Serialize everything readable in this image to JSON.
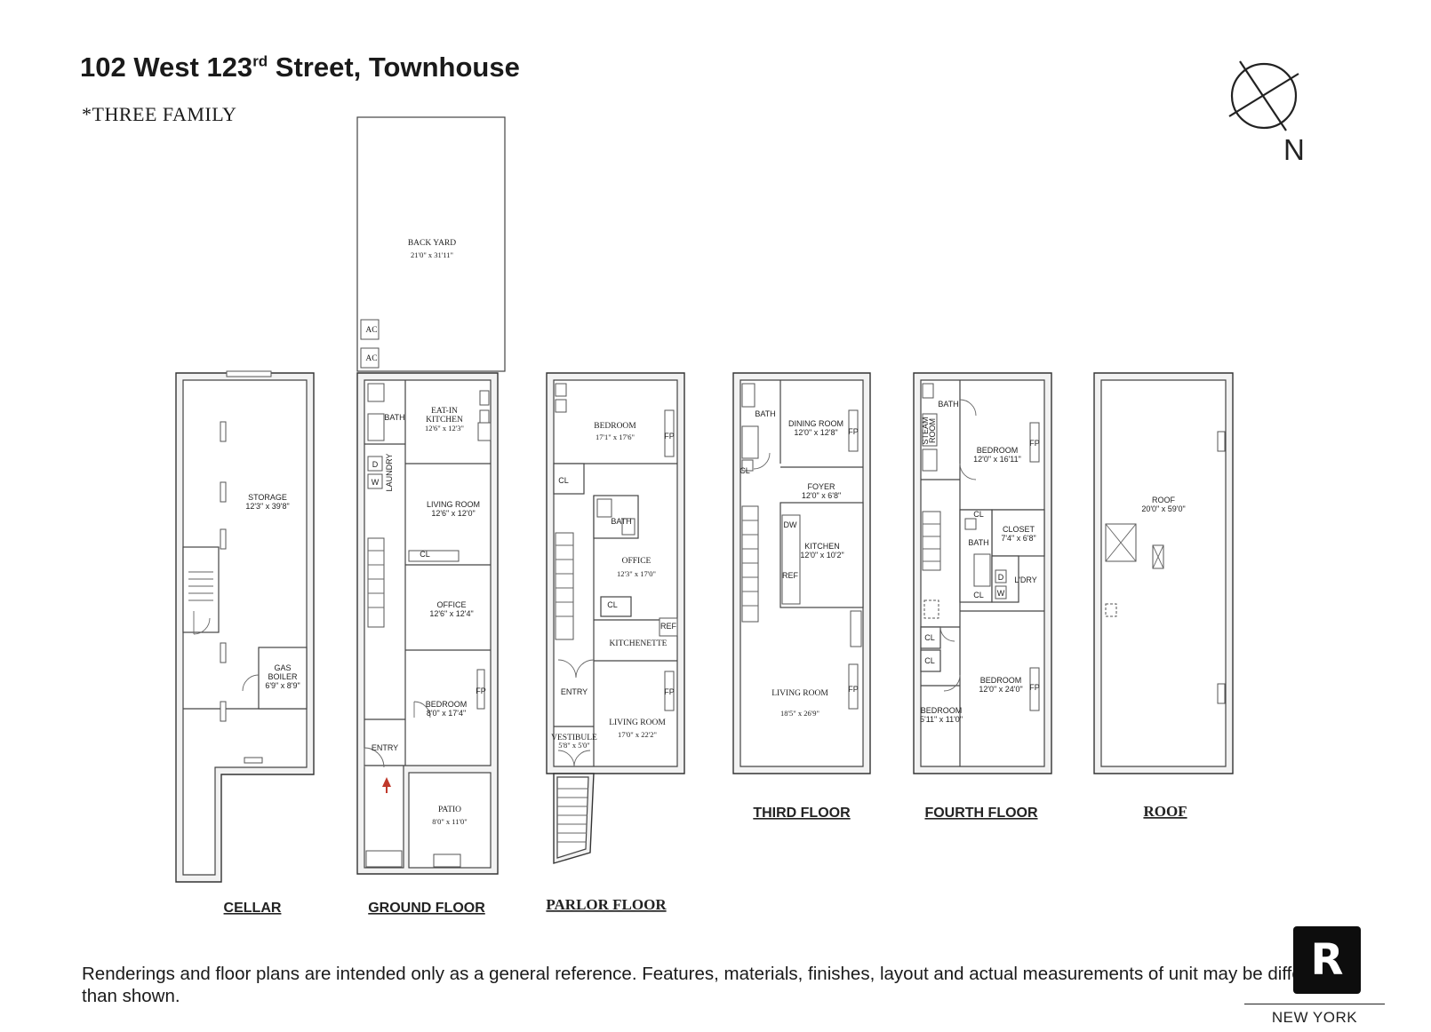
{
  "header": {
    "title_prefix": "102 West 123",
    "title_sup": "rd",
    "title_suffix": " Street, Townhouse",
    "subtitle": "*THREE FAMILY"
  },
  "compass": {
    "label": "N"
  },
  "floors": {
    "cellar": {
      "name": "CELLAR",
      "rooms": {
        "storage": {
          "label": "STORAGE",
          "dims": "12'3\" x 39'8\""
        },
        "boiler_l1": "GAS",
        "boiler_l2": "BOILER",
        "boiler_dims": "6'9\" x 8'9\""
      }
    },
    "ground": {
      "name": "GROUND FLOOR",
      "rooms": {
        "backyard": {
          "label": "BACK YARD",
          "dims": "21'0\" x 31'11\""
        },
        "ac1": "AC",
        "ac2": "AC",
        "bath": "BATH",
        "kitchen_l1": "EAT-IN",
        "kitchen_l2": "KITCHEN",
        "kitchen_dims": "12'6\" x 12'3\"",
        "laundry": "LAUNDRY",
        "d": "D",
        "w": "W",
        "living": {
          "label": "LIVING ROOM",
          "dims": "12'6\" x 12'0\""
        },
        "cl": "CL",
        "office": {
          "label": "OFFICE",
          "dims": "12'6\" x 12'4\""
        },
        "bedroom": {
          "label": "BEDROOM",
          "dims": "8'0\" x 17'4\""
        },
        "fp": "FP",
        "entry": "ENTRY",
        "patio": {
          "label": "PATIO",
          "dims": "8'0\" x 11'0\""
        }
      }
    },
    "parlor": {
      "name": "PARLOR FLOOR",
      "rooms": {
        "bedroom": {
          "label": "BEDROOM",
          "dims": "17'1\" x 17'6\""
        },
        "fp1": "FP",
        "cl1": "CL",
        "bath": "BATH",
        "office": {
          "label": "OFFICE",
          "dims": "12'3\" x 17'0\""
        },
        "cl2": "CL",
        "kitchenette": "KITCHENETTE",
        "ref": "REF",
        "fp2": "FP",
        "entry": "ENTRY",
        "living": {
          "label": "LIVING ROOM",
          "dims": "17'0\" x 22'2\""
        },
        "vestibule": {
          "label": "VESTIBULE",
          "dims": "5'8\" x 5'0\""
        }
      }
    },
    "third": {
      "name": "THIRD FLOOR",
      "rooms": {
        "bath": "BATH",
        "cl": "CL",
        "dining": {
          "label": "DINING ROOM",
          "dims": "12'0\" x 12'8\""
        },
        "fp1": "FP",
        "foyer": {
          "label": "FOYER",
          "dims": "12'0\" x 6'8\""
        },
        "dw": "DW",
        "kitchen": {
          "label": "KITCHEN",
          "dims": "12'0\" x 10'2\""
        },
        "ref": "REF",
        "living": {
          "label": "LIVING ROOM",
          "dims": "18'5\" x 26'9\""
        },
        "fp2": "FP"
      }
    },
    "fourth": {
      "name": "FOURTH FLOOR",
      "rooms": {
        "bath1": "BATH",
        "steam_l1": "STEAM",
        "steam_l2": "ROOM",
        "bedroom1": {
          "label": "BEDROOM",
          "dims": "12'0\" x 16'11\""
        },
        "fp1": "FP",
        "cl1": "CL",
        "bath2": "BATH",
        "closet": {
          "label": "CLOSET",
          "dims": "7'4\" x 6'8\""
        },
        "d": "D",
        "w": "W",
        "ldry": "L'DRY",
        "cl2": "CL",
        "cl3": "CL",
        "cl4": "CL",
        "bedroom2": {
          "label": "BEDROOM",
          "dims": "12'0\" x 24'0\""
        },
        "fp2": "FP",
        "bedroom3": {
          "label": "BEDROOM",
          "dims": "5'11\" x 11'0\""
        }
      }
    },
    "roof": {
      "name": "ROOF",
      "rooms": {
        "roof": {
          "label": "ROOF",
          "dims": "20'0\" x 59'0\""
        }
      }
    }
  },
  "footer": {
    "disclaimer": "Renderings and floor plans are intended only as a general reference. Features, materials, finishes, layout and actual measurements of unit may be different than shown.",
    "logo_letter": "R",
    "logo_city": "NEW YORK"
  }
}
